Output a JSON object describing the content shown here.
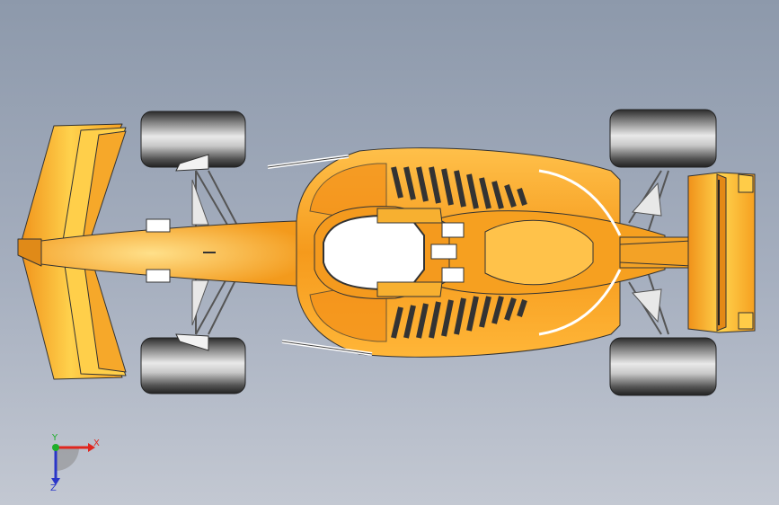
{
  "viewport": {
    "background_top": "#8d99ab",
    "background_bottom": "#c3c8d2"
  },
  "model": {
    "subject": "formula-race-car-top-view",
    "body_color": "#f7a825",
    "body_shadow": "#c9700c",
    "cockpit_color": "#ffffff",
    "tire_color": "#4b4b4b"
  },
  "triad": {
    "x_label": "X",
    "y_label": "Y",
    "z_label": "Z",
    "x_color": "#e0261e",
    "y_color": "#1fae2a",
    "z_color": "#2a36c8"
  }
}
